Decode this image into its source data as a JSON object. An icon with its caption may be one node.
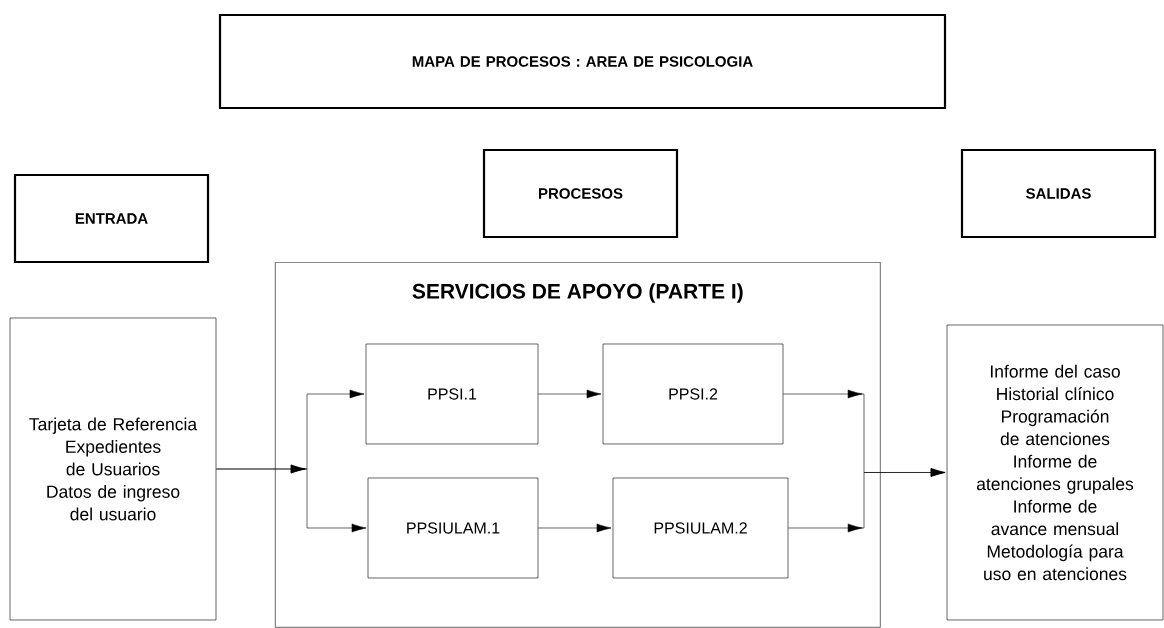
{
  "diagram": {
    "nodes": [
      {
        "text": [
          "MAPA DE PROCESOS : AREA DE PSICOLOGIA"
        ]
      },
      {
        "text": [
          "ENTRADA"
        ]
      },
      {
        "text": [
          "PROCESOS"
        ]
      },
      {
        "text": [
          "SALIDAS"
        ]
      },
      {
        "text": [
          "Tarjeta de Referencia",
          "Expedientes de Usuarios",
          "Datos de ingreso del usuario"
        ]
      },
      {
        "text": [
          "SERVICIOS DE APOYO (PARTE I)"
        ]
      },
      {
        "text": [
          "PPSI.1"
        ],
        "in": 5
      },
      {
        "text": [
          "PPSI.2"
        ],
        "in": 5
      },
      {
        "text": [
          "PPSIULAM.1"
        ],
        "in": 5
      },
      {
        "text": [
          "PPSIULAM.2"
        ],
        "in": 5
      },
      {
        "text": [
          "Informe del caso",
          "Historial clínico",
          "Programación de atenciones",
          "Informe de atenciones grupales",
          "Informe de avance mensual",
          "Metodología para uso en atenciones"
        ]
      }
    ],
    "edges": [
      {
        "from": 4,
        "to": 6,
        "arrow": "to"
      },
      {
        "from": 4,
        "to": 8,
        "arrow": "to"
      },
      {
        "from": 6,
        "to": 7,
        "arrow": "to"
      },
      {
        "from": 8,
        "to": 9,
        "arrow": "to"
      },
      {
        "from": 7,
        "to": 10,
        "arrow": "to"
      },
      {
        "from": 9,
        "to": 10,
        "arrow": "to"
      }
    ]
  }
}
